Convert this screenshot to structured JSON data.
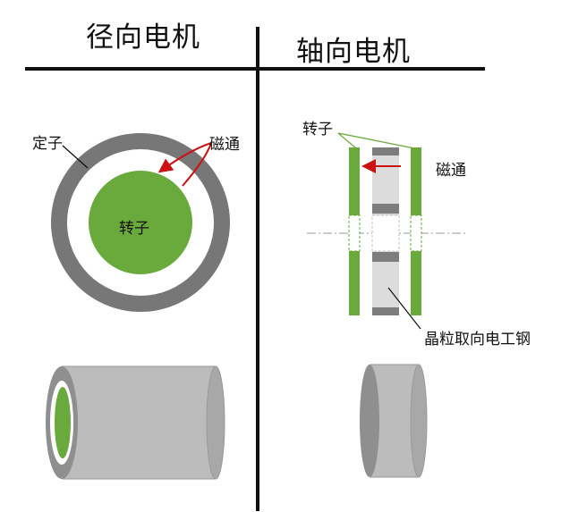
{
  "titles": {
    "radial": "径向电机",
    "axial": "轴向电机"
  },
  "radial_labels": {
    "stator": "定子",
    "flux": "磁通",
    "rotor": "转子"
  },
  "axial_labels": {
    "rotor": "转子",
    "flux": "磁通",
    "steel": "晶粒取向电工钢"
  },
  "colors": {
    "stator_gray": "#777777",
    "rotor_green": "#6aaa3c",
    "rotor_green_dark": "#4f8a2a",
    "flux_red": "#cc1111",
    "cylinder_gray": "#bcbcbc",
    "cylinder_dark": "#888888",
    "steel_light": "#dcdcdc",
    "steel_dark": "#7d7d7d",
    "divider": "#111111"
  }
}
